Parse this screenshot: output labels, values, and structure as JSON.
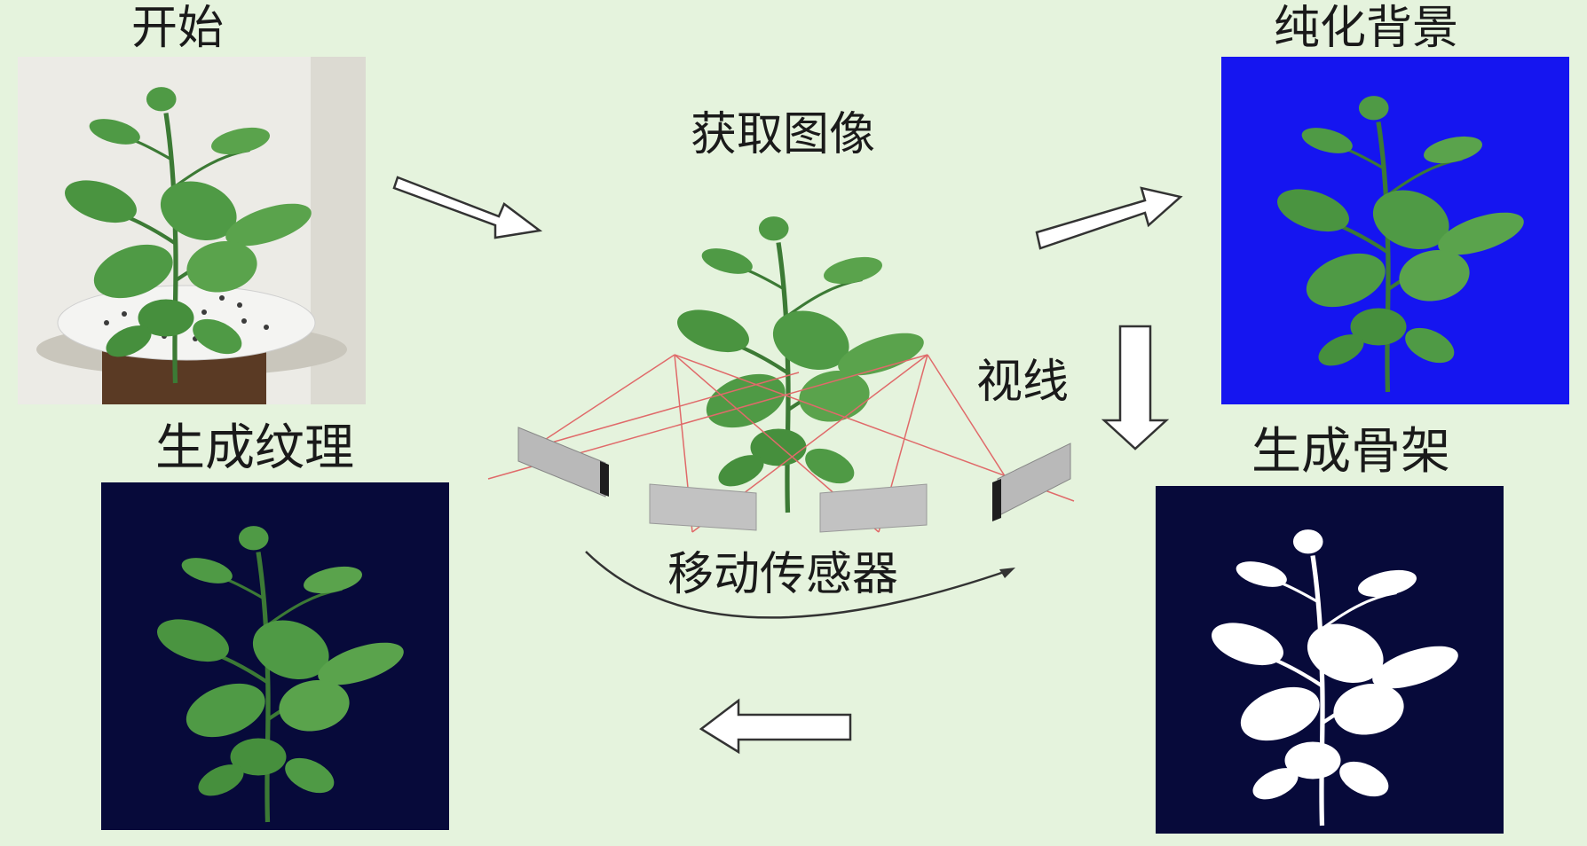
{
  "labels": {
    "start": "开始",
    "capture": "获取图像",
    "purify": "纯化背景",
    "sightline": "视线",
    "texture": "生成纹理",
    "skeleton": "生成骨架",
    "sensors": "移动传感器"
  },
  "colors": {
    "background": "#e5f3dd",
    "purify_bg": "#1515f0",
    "dark_bg": "#070a3a",
    "leaf": "#4f9a45",
    "sightline": "#e06a6a",
    "skeleton": "#d9d9d9"
  }
}
